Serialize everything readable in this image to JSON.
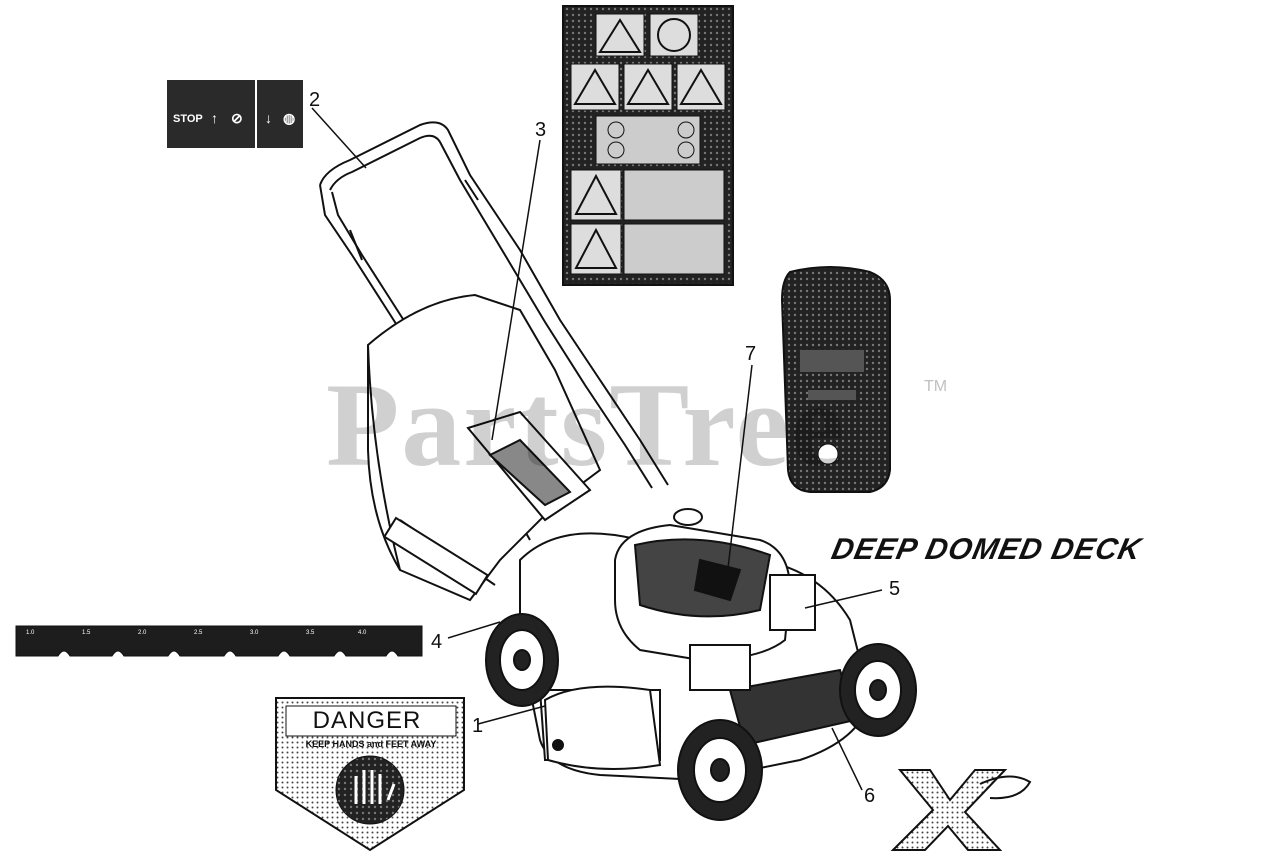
{
  "watermark": {
    "text": "PartsTree",
    "trademark": "TM"
  },
  "callouts": [
    {
      "id": "1",
      "label": "1"
    },
    {
      "id": "2",
      "label": "2"
    },
    {
      "id": "3",
      "label": "3"
    },
    {
      "id": "4",
      "label": "4"
    },
    {
      "id": "5",
      "label": "5"
    },
    {
      "id": "6",
      "label": "6"
    },
    {
      "id": "7",
      "label": "7"
    }
  ],
  "decals": {
    "stop": {
      "text": "STOP"
    },
    "deck": {
      "text": "DEEP DOMED DECK"
    },
    "danger": {
      "title": "DANGER",
      "subtitle": "KEEP HANDS and FEET AWAY"
    },
    "height_scale": {
      "labels": [
        "1.0",
        "1.5",
        "2.0",
        "2.5",
        "3.0",
        "3.5",
        "4.0"
      ]
    }
  }
}
